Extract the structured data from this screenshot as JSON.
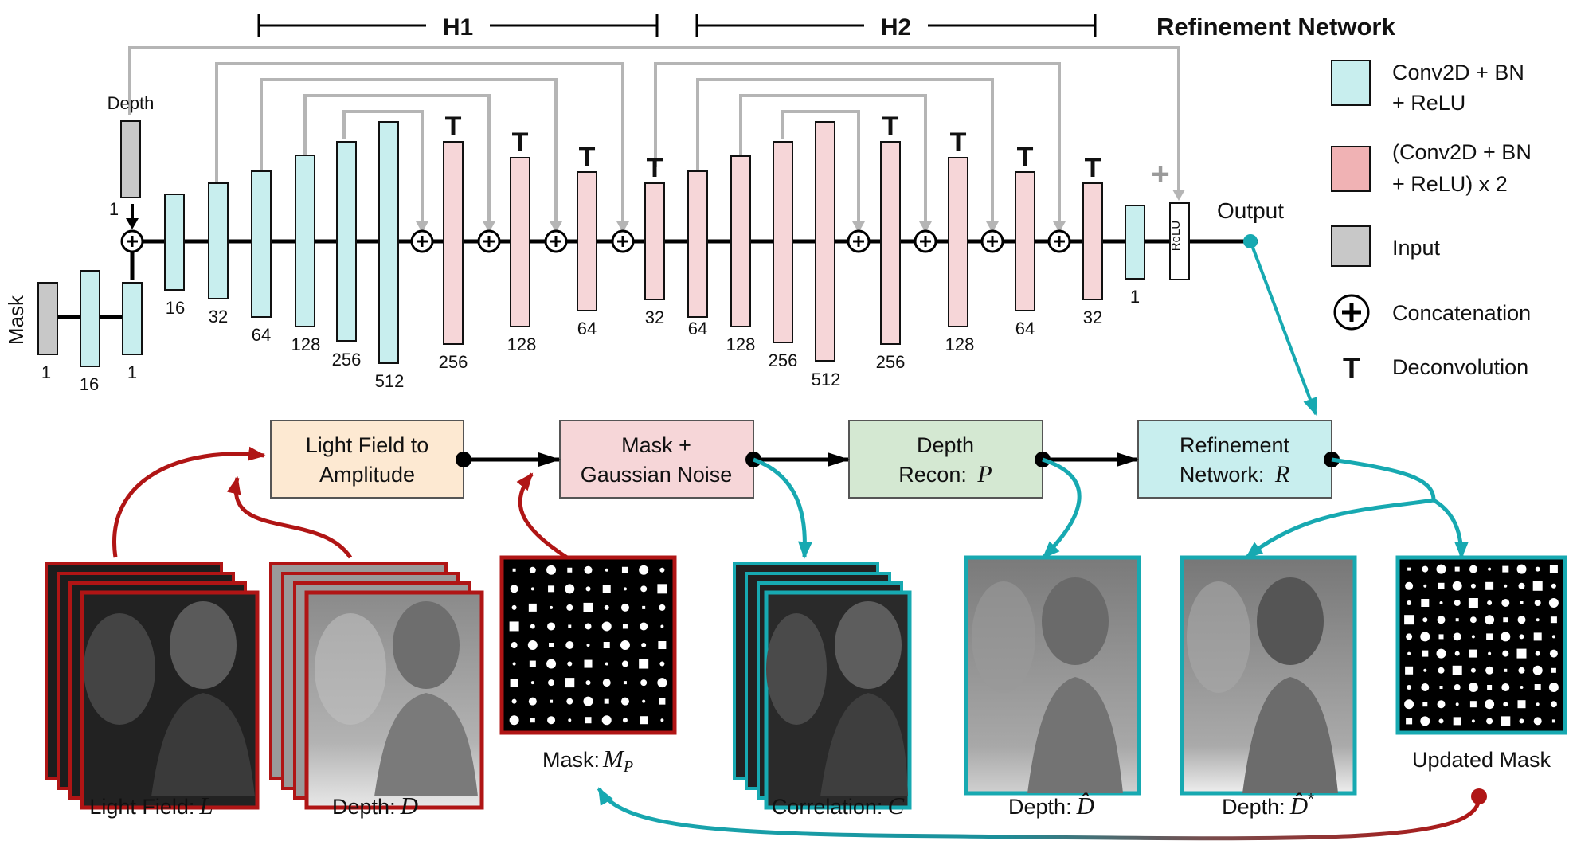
{
  "header": {
    "section_h1": "H1",
    "section_h2": "H2",
    "network_title": "Refinement Network"
  },
  "legend": {
    "conv": {
      "line1": "Conv2D + BN",
      "line2": "+ ReLU"
    },
    "conv2": {
      "line1": "(Conv2D + BN",
      "line2": "+ ReLU) x 2"
    },
    "input": "Input",
    "concat": "Concatenation",
    "deconv_symbol": "T",
    "deconv": "Deconvolution"
  },
  "network": {
    "depth_input_label": "Depth",
    "depth_channels": "1",
    "mask_input_label": "Mask",
    "deconv_symbol": "T",
    "plus_symbol": "+",
    "relu_label": "ReLU",
    "output_label": "Output",
    "channels": {
      "mask": "1",
      "b16a": "16",
      "b1a": "1",
      "b16": "16",
      "b32": "32",
      "b64": "64",
      "b128": "128",
      "b256": "256",
      "b512": "512",
      "d256": "256",
      "d128": "128",
      "d64": "64",
      "d32": "32",
      "e64": "64",
      "e128": "128",
      "e256": "256",
      "e512": "512",
      "f256": "256",
      "f128": "128",
      "f64": "64",
      "f32": "32",
      "out1": "1"
    }
  },
  "pipeline": {
    "lf_to_amp": {
      "line1": "Light Field to",
      "line2": "Amplitude"
    },
    "mask_noise": {
      "line1": "Mask +",
      "line2": "Gaussian Noise"
    },
    "depth_recon": {
      "line1": "Depth",
      "line2_text": "Recon:",
      "line2_symbol": "P"
    },
    "refine": {
      "line1": "Refinement",
      "line2_text": "Network:",
      "line2_symbol": "R"
    }
  },
  "images": {
    "light_field": {
      "text": "Light Field:",
      "symbol": "L"
    },
    "depth": {
      "text": "Depth:",
      "symbol": "D"
    },
    "mask": {
      "text": "Mask:",
      "symbol": "M",
      "subscript": "P"
    },
    "correlation": {
      "text": "Correlation:",
      "symbol": "C"
    },
    "depth_hat": {
      "text": "Depth:",
      "symbol": "D̂"
    },
    "depth_hat_star": {
      "text": "Depth:",
      "symbol": "D̂",
      "superscript": "*"
    },
    "updated_mask": {
      "text": "Updated Mask"
    }
  },
  "colors": {
    "conv": "#c8eeee",
    "conv2": "#f6d6d8",
    "input": "#c8c8c8",
    "skip": "#b5b5b5",
    "teal": "#17a9b1",
    "red": "#b01515",
    "lf_box": "#fde9d2",
    "mask_box": "#f6d6d8",
    "recon_box": "#d4e8d2",
    "refine_box": "#c8eeee"
  }
}
